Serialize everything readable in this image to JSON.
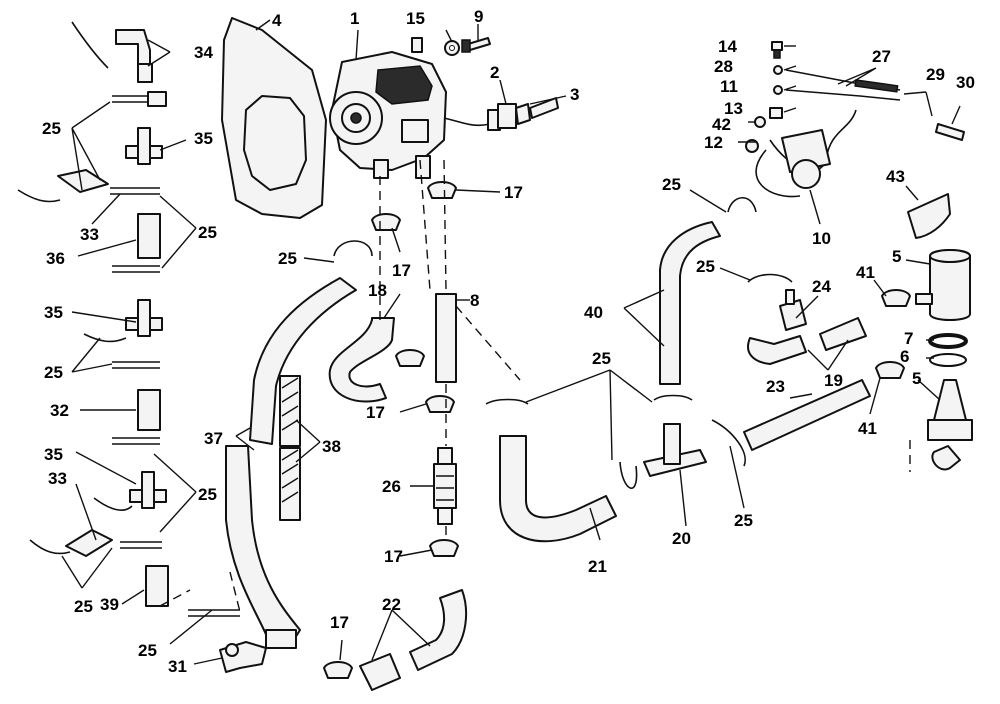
{
  "callouts": {
    "c1": "1",
    "c2": "2",
    "c3": "3",
    "c4": "4",
    "c5a": "5",
    "c5b": "5",
    "c6": "6",
    "c7": "7",
    "c8": "8",
    "c9": "9",
    "c10": "10",
    "c11": "11",
    "c12": "12",
    "c13": "13",
    "c14": "14",
    "c15": "15",
    "c17a": "17",
    "c17b": "17",
    "c17c": "17",
    "c17d": "17",
    "c17e": "17",
    "c18": "18",
    "c19": "19",
    "c20": "20",
    "c21": "21",
    "c22": "22",
    "c23": "23",
    "c24": "24",
    "c25a": "25",
    "c25b": "25",
    "c25c": "25",
    "c25d": "25",
    "c25e": "25",
    "c25f": "25",
    "c25g": "25",
    "c25h": "25",
    "c25i": "25",
    "c25j": "25",
    "c26": "26",
    "c27": "27",
    "c28": "28",
    "c29": "29",
    "c30": "30",
    "c31": "31",
    "c32": "32",
    "c33a": "33",
    "c33b": "33",
    "c34": "34",
    "c35a": "35",
    "c35b": "35",
    "c35c": "35",
    "c36": "36",
    "c37": "37",
    "c38": "38",
    "c39": "39",
    "c40": "40",
    "c41a": "41",
    "c41b": "41",
    "c42": "42",
    "c43": "43"
  }
}
